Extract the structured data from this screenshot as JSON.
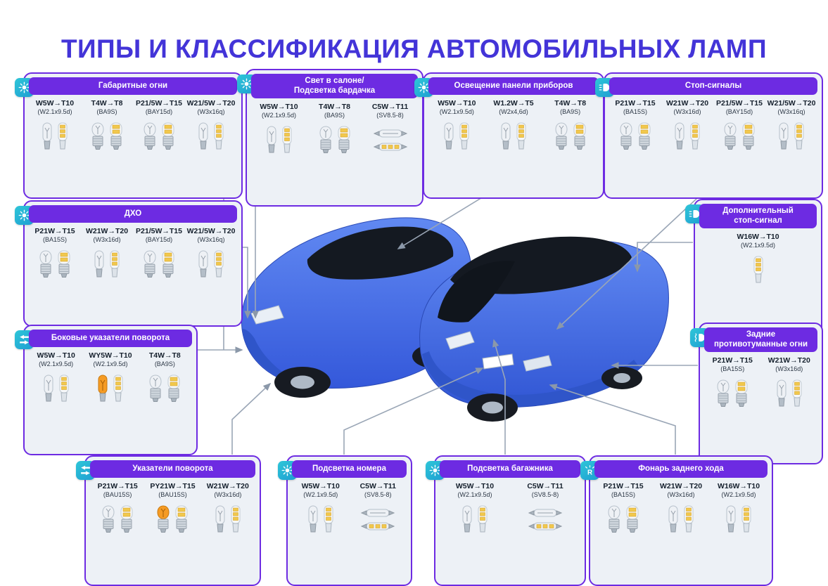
{
  "title": "ТИПЫ И КЛАССИФИКАЦИЯ АВТОМОБИЛЬНЫХ ЛАМП",
  "colors": {
    "title_purple": "#4334d8",
    "accent_purple": "#6d2be2",
    "badge_teal": "#23b2cc",
    "card_bg": "#edf1f6",
    "car_blue": "#3e6ae3",
    "amber": "#f59b24",
    "connector_gray": "#9aa6b6"
  },
  "cards": [
    {
      "key": "parking-lights",
      "title": "Габаритные огни",
      "icon": "light-rays-icon",
      "lamps": [
        {
          "name": "W5W→T10",
          "base": "(W2.1x9.5d)",
          "shape": "wedge"
        },
        {
          "name": "T4W→T8",
          "base": "(BA9S)",
          "shape": "bayonet"
        },
        {
          "name": "P21/5W→T15",
          "base": "(BAY15d)",
          "shape": "bayonet"
        },
        {
          "name": "W21/5W→T20",
          "base": "(W3x16q)",
          "shape": "wedge"
        }
      ]
    },
    {
      "key": "interior-light",
      "title": "Свет в салоне/\nПодсветка бардачка",
      "icon": "light-rays-icon",
      "lamps": [
        {
          "name": "W5W→T10",
          "base": "(W2.1x9.5d)",
          "shape": "wedge"
        },
        {
          "name": "T4W→T8",
          "base": "(BA9S)",
          "shape": "bayonet"
        },
        {
          "name": "C5W→T11",
          "base": "(SV8.5-8)",
          "shape": "festoon"
        }
      ]
    },
    {
      "key": "dashboard-light",
      "title": "Освещение панели приборов",
      "icon": "light-rays-icon",
      "lamps": [
        {
          "name": "W5W→T10",
          "base": "(W2.1x9.5d)",
          "shape": "wedge"
        },
        {
          "name": "W1.2W→T5",
          "base": "(W2x4,6d)",
          "shape": "wedge"
        },
        {
          "name": "T4W→T8",
          "base": "(BA9S)",
          "shape": "bayonet"
        }
      ]
    },
    {
      "key": "brake-lights",
      "title": "Стоп-сигналы",
      "icon": "headlamp-icon",
      "lamps": [
        {
          "name": "P21W→T15",
          "base": "(BA15S)",
          "shape": "bayonet"
        },
        {
          "name": "W21W→T20",
          "base": "(W3x16d)",
          "shape": "wedge"
        },
        {
          "name": "P21/5W→T15",
          "base": "(BAY15d)",
          "shape": "bayonet"
        },
        {
          "name": "W21/5W→T20",
          "base": "(W3x16q)",
          "shape": "wedge"
        }
      ]
    },
    {
      "key": "drl",
      "title": "ДХО",
      "icon": "light-rays-icon",
      "lamps": [
        {
          "name": "P21W→T15",
          "base": "(BA15S)",
          "shape": "bayonet"
        },
        {
          "name": "W21W→T20",
          "base": "(W3x16d)",
          "shape": "wedge"
        },
        {
          "name": "P21/5W→T15",
          "base": "(BAY15d)",
          "shape": "bayonet"
        },
        {
          "name": "W21/5W→T20",
          "base": "(W3x16q)",
          "shape": "wedge"
        }
      ]
    },
    {
      "key": "high-mount-brake",
      "title": "Дополнительный\nстоп-сигнал",
      "icon": "headlamp-icon",
      "lamps": [
        {
          "name": "W16W→T10",
          "base": "(W2.1x9.5d)",
          "shape": "wedge",
          "variants": [
            "led"
          ]
        }
      ]
    },
    {
      "key": "side-turn-signals",
      "title": "Боковые указатели поворота",
      "icon": "turn-arrows-icon",
      "lamps": [
        {
          "name": "W5W→T10",
          "base": "(W2.1x9.5d)",
          "shape": "wedge"
        },
        {
          "name": "WY5W→T10",
          "base": "(W2.1x9.5d)",
          "shape": "wedge",
          "tint": "amber"
        },
        {
          "name": "T4W→T8",
          "base": "(BA9S)",
          "shape": "bayonet"
        }
      ]
    },
    {
      "key": "rear-fog-lights",
      "title": "Задние\nпротивотуманные огни",
      "icon": "fog-light-icon",
      "lamps": [
        {
          "name": "P21W→T15",
          "base": "(BA15S)",
          "shape": "bayonet"
        },
        {
          "name": "W21W→T20",
          "base": "(W3x16d)",
          "shape": "wedge"
        }
      ]
    },
    {
      "key": "turn-signals",
      "title": "Указатели поворота",
      "icon": "turn-arrows-icon",
      "lamps": [
        {
          "name": "P21W→T15",
          "base": "(BAU15S)",
          "shape": "bayonet"
        },
        {
          "name": "PY21W→T15",
          "base": "(BAU15S)",
          "shape": "bayonet",
          "tint": "amber"
        },
        {
          "name": "W21W→T20",
          "base": "(W3x16d)",
          "shape": "wedge"
        }
      ]
    },
    {
      "key": "license-plate-light",
      "title": "Подсветка номера",
      "icon": "light-rays-icon",
      "lamps": [
        {
          "name": "W5W→T10",
          "base": "(W2.1x9.5d)",
          "shape": "wedge"
        },
        {
          "name": "C5W→T11",
          "base": "(SV8.5-8)",
          "shape": "festoon"
        }
      ]
    },
    {
      "key": "trunk-light",
      "title": "Подсветка багажника",
      "icon": "light-rays-icon",
      "lamps": [
        {
          "name": "W5W→T10",
          "base": "(W2.1x9.5d)",
          "shape": "wedge"
        },
        {
          "name": "C5W→T11",
          "base": "(SV8.5-8)",
          "shape": "festoon"
        }
      ]
    },
    {
      "key": "reverse-light",
      "title": "Фонарь заднего хода",
      "icon": "reverse-light-icon",
      "lamps": [
        {
          "name": "P21W→T15",
          "base": "(BA15S)",
          "shape": "bayonet"
        },
        {
          "name": "W21W→T20",
          "base": "(W3x16d)",
          "shape": "wedge"
        },
        {
          "name": "W16W→T10",
          "base": "(W2.1x9.5d)",
          "shape": "wedge"
        }
      ]
    }
  ]
}
